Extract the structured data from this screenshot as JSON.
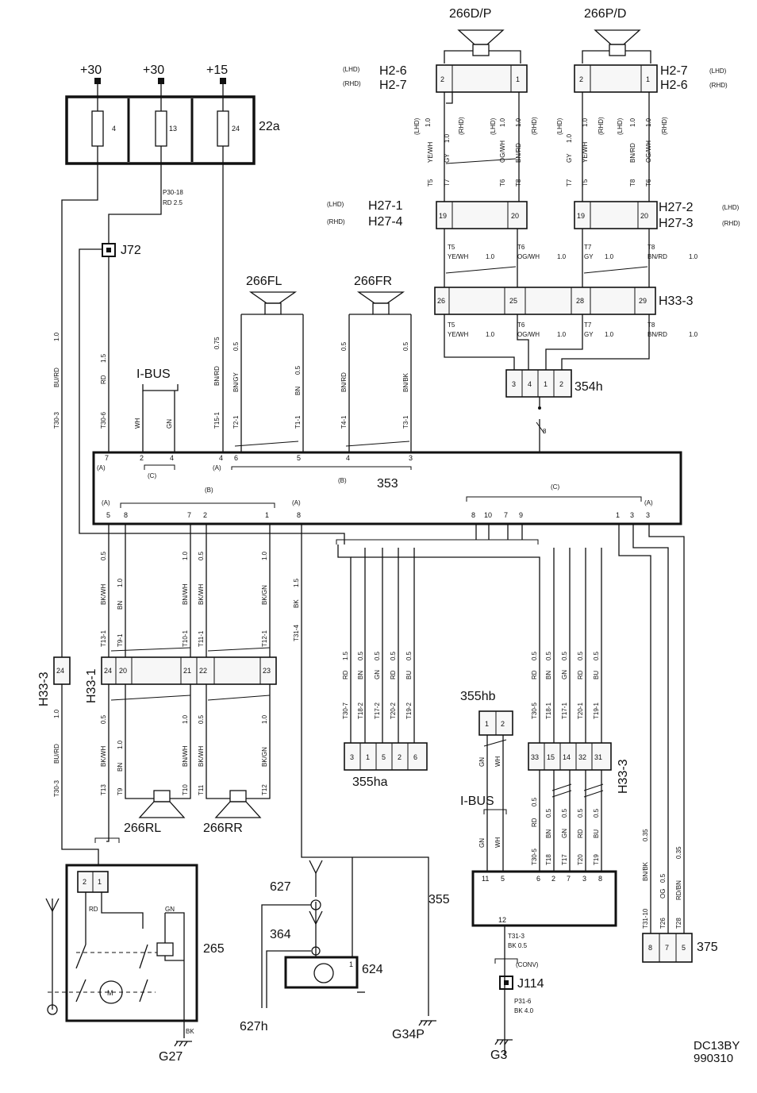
{
  "supply": {
    "t30a": "+30",
    "t30b": "+30",
    "t15": "+15",
    "fusebox": "22a",
    "f1": "4",
    "f2": "13",
    "f3": "24",
    "p30": "P30-18",
    "rd25": "RD    2.5"
  },
  "top": {
    "spk_dp": "266D/P",
    "spk_pd": "266P/D",
    "h26_lhd_l": "(LHD)",
    "h26_rhd_l": "(RHD)",
    "h26a": "H2-6",
    "h27a": "H2-7",
    "h27b": "H2-7",
    "h26b": "H2-6",
    "h27_lhd_r": "(LHD)",
    "h27_rhd_r": "(RHD)",
    "h271_lhd": "(LHD)",
    "h271_rhd": "(RHD)",
    "h271": "H27-1",
    "h274": "H27-4",
    "h272": "H27-2",
    "h273": "H27-3",
    "h272_lhd": "(LHD)",
    "h273_rhd": "(RHD)",
    "h333": "H33-3",
    "c354h": "354h"
  },
  "wires_top": {
    "lhd": "(LHD)",
    "rhd": "(RHD)",
    "v10": "1.0",
    "yewh": "YE/WH",
    "gy": "GY",
    "ogwh": "OG/WH",
    "bnrd": "BN/RD",
    "t5": "T5",
    "t6": "T6",
    "t7": "T7",
    "t8": "T8",
    "t5b": "T5",
    "t6b": "T6",
    "t7b": "T7",
    "t8b": "T8",
    "yewh10": "YE/WH",
    "ogwh10": "OG/WH",
    "gy10": "GY",
    "bnrd10": "BN/RD",
    "n10": "1.0",
    "t5c": "T5",
    "t6c": "T6",
    "t7c": "T7",
    "t8c": "T8",
    "pin26": "26",
    "pin25": "25",
    "pin28": "28",
    "pin29": "29",
    "pin19a": "19",
    "pin20a": "20",
    "pin19b": "19",
    "pin20b": "20",
    "pin2a": "2",
    "pin1a": "1",
    "pin2b": "2",
    "pin1b": "1",
    "c3": "3",
    "c4": "4",
    "c1": "1",
    "c2": "2",
    "c8": "8"
  },
  "mid": {
    "j72": "J72",
    "spk_fl": "266FL",
    "spk_fr": "266FR",
    "ibus": "I-BUS",
    "w_bnrd": "BU/RD",
    "w10": "1.0",
    "w_rd": "RD",
    "w15": "1.5",
    "w_bnrd2": "BN/RD",
    "w075": "0.75",
    "w_bngy": "BN/GY",
    "w05": "0.5",
    "w_bn": "BN",
    "w_bnrd3": "BN/RD",
    "w_bnbk": "BN/BK",
    "w_wh": "WH",
    "w_gn": "GN",
    "t303": "T30-3",
    "t306": "T30-6",
    "t151": "T15-1",
    "t21": "T2-1",
    "t11": "T1-1",
    "t41": "T4-1",
    "t31": "T3-1",
    "unit353": "353",
    "pA7": "7",
    "pC2": "2",
    "pC4": "4",
    "pA4": "4",
    "pB6": "6",
    "pB5": "5",
    "pB4": "4",
    "pB3": "3",
    "lA1": "(A)",
    "lC1": "(C)",
    "lA2": "(A)",
    "lB1": "(B)",
    "lA3": "(A)",
    "lB2": "(B)",
    "lA4": "(A)",
    "lC2": "(C)",
    "lA5": "(A)",
    "b5": "5",
    "b8": "8",
    "b7": "7",
    "b2": "2",
    "b1": "1",
    "b8b": "8",
    "b8c": "8",
    "b10": "10",
    "b7b": "7",
    "b9": "9",
    "b1b": "1",
    "b3": "3",
    "b3b": "3"
  },
  "low": {
    "h333l": "H33-3",
    "h331": "H33-1",
    "h333r": "H33-3",
    "c355ha": "355ha",
    "c355hb": "355hb",
    "ibus2": "I-BUS",
    "spk_rl": "266RL",
    "spk_rr": "266RR",
    "c265": "265",
    "c627": "627",
    "c364": "364",
    "c624": "624",
    "c627h": "627h",
    "g34p": "G34P",
    "g27": "G27",
    "g3": "G3",
    "c355": "355",
    "j114": "J114",
    "c375": "375",
    "dc": "DC13BY",
    "date": "990310",
    "conv": "(CONV)",
    "t313": "T31-3",
    "bk05": "BK    0.5",
    "p316": "P31-6",
    "bk40": "BK    4.0",
    "m": "M",
    "rd": "RD",
    "gn": "GN",
    "bk": "BK",
    "w_bkwh": "BK/WH",
    "w_bn": "BN",
    "w_bnwh": "BN/WH",
    "w_bkgn": "BK/GN",
    "w_bk": "BK",
    "w05": "0.5",
    "w10": "1.0",
    "w15": "1.5",
    "t131": "T13-1",
    "t91": "T9-1",
    "t101": "T10-1",
    "t111": "T11-1",
    "t121": "T12-1",
    "t314": "T31-4",
    "t13": "T13",
    "t9": "T9",
    "t10": "T10",
    "t11": "T11",
    "t12": "T12",
    "p24": "24",
    "p20": "20",
    "p21": "21",
    "p22": "22",
    "p23": "23",
    "p24b": "24",
    "w_rd": "RD",
    "w_gn": "GN",
    "w_bu": "BU",
    "w_wh": "WH",
    "w_og": "OG",
    "w_rdbn": "RD/BN",
    "w_bnbk": "BN/BK",
    "t307": "T30-7",
    "t182": "T18-2",
    "t172": "T17-2",
    "t202": "T20-2",
    "t192": "T19-2",
    "t305": "T30-5",
    "t181": "T18-1",
    "t171": "T17-1",
    "t201": "T20-1",
    "t191": "T19-1",
    "t305b": "T30-5",
    "t18": "T18",
    "t17": "T17",
    "t20": "T20",
    "t19": "T19",
    "t3110": "T31-10",
    "t26": "T26",
    "t28": "T28",
    "w035": "0.35",
    "ha3": "3",
    "ha1": "1",
    "ha5": "5",
    "ha2": "2",
    "ha6": "6",
    "hb1": "1",
    "hb2": "2",
    "r33": "33",
    "r15": "15",
    "r14": "14",
    "r32": "32",
    "r31": "31",
    "u11": "11",
    "u5": "5",
    "u6": "6",
    "u2": "2",
    "u7": "7",
    "u3": "3",
    "u8": "8",
    "u12": "12",
    "s8": "8",
    "s7": "7",
    "s5": "5",
    "a1": "1",
    "a2": "2",
    "one": "1",
    "t303b": "T30-3",
    "w_burd": "BU/RD",
    "w10b": "1.0",
    "p24c": "24"
  }
}
